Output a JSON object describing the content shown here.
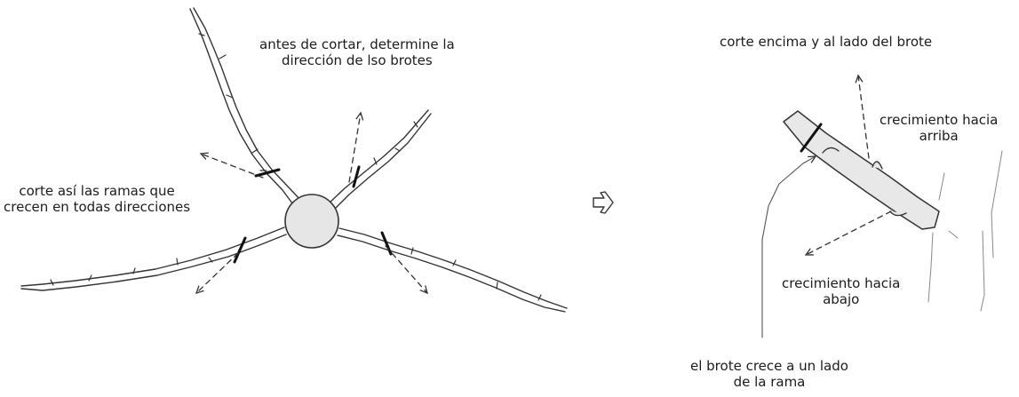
{
  "labels": {
    "determine": [
      "antes de cortar, determine la",
      "dirección de lso brotes"
    ],
    "cut_all": [
      "corte así las ramas que",
      "crecen en todas direcciones"
    ],
    "cut_above": [
      "corte encima y al lado del brote"
    ],
    "growth_up": [
      "crecimiento hacia",
      "arriba"
    ],
    "growth_down": [
      "crecimiento hacia",
      "abajo"
    ],
    "bud_side": [
      "el brote crece a un lado",
      "de la rama"
    ]
  },
  "icons": {
    "transition": "right-arrow-icon"
  }
}
